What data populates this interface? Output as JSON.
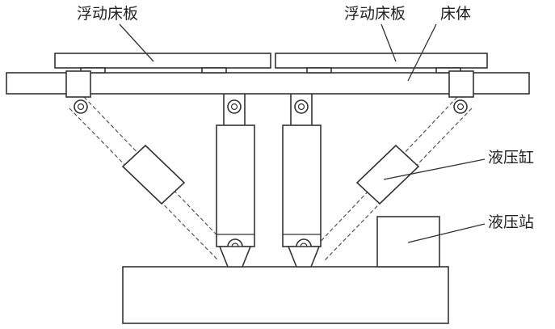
{
  "labels": {
    "floating_plate_left": "浮动床板",
    "floating_plate_right": "浮动床板",
    "bed_body": "床体",
    "hydraulic_cylinder": "液压缸",
    "hydraulic_station": "液压站"
  }
}
